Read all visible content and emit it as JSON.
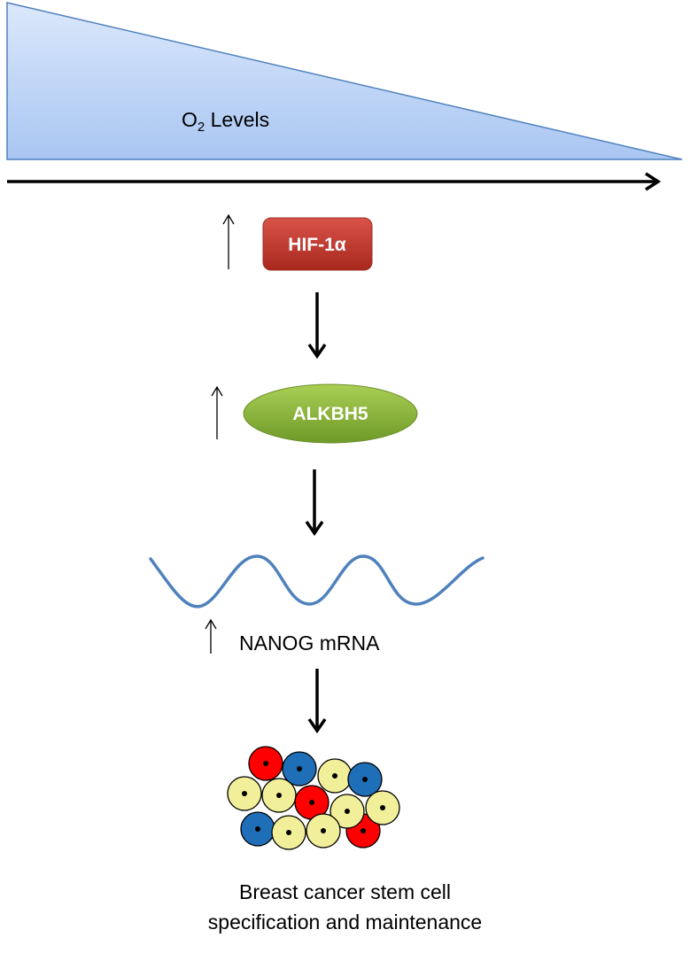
{
  "o2_label": {
    "main": "O",
    "sub": "2",
    "rest": " Levels"
  },
  "hif_label": "HIF-1α",
  "alkbh5_label": "ALKBH5",
  "nanog_label": "NANOG mRNA",
  "caption": {
    "line1": "Breast cancer stem cell",
    "line2": "specification and maintenance"
  },
  "colors": {
    "triangle_fill_top": "#dbe8fb",
    "triangle_fill_bottom": "#a9c6f2",
    "triangle_stroke": "#4f81bd",
    "hif_box": "#c0392b",
    "alkbh5_ellipse": "#8cb43b",
    "mrna_wave": "#4f81bd",
    "cell_red": "#ff0000",
    "cell_blue": "#1f6fb8",
    "cell_yellow": "#f2ef9a"
  },
  "cells": [
    {
      "color": "red"
    },
    {
      "color": "blue"
    },
    {
      "color": "yellow"
    },
    {
      "color": "yellow"
    },
    {
      "color": "blue"
    },
    {
      "color": "yellow"
    },
    {
      "color": "yellow"
    },
    {
      "color": "red"
    },
    {
      "color": "yellow"
    },
    {
      "color": "yellow"
    },
    {
      "color": "blue"
    },
    {
      "color": "yellow"
    },
    {
      "color": "yellow"
    },
    {
      "color": "red"
    }
  ]
}
